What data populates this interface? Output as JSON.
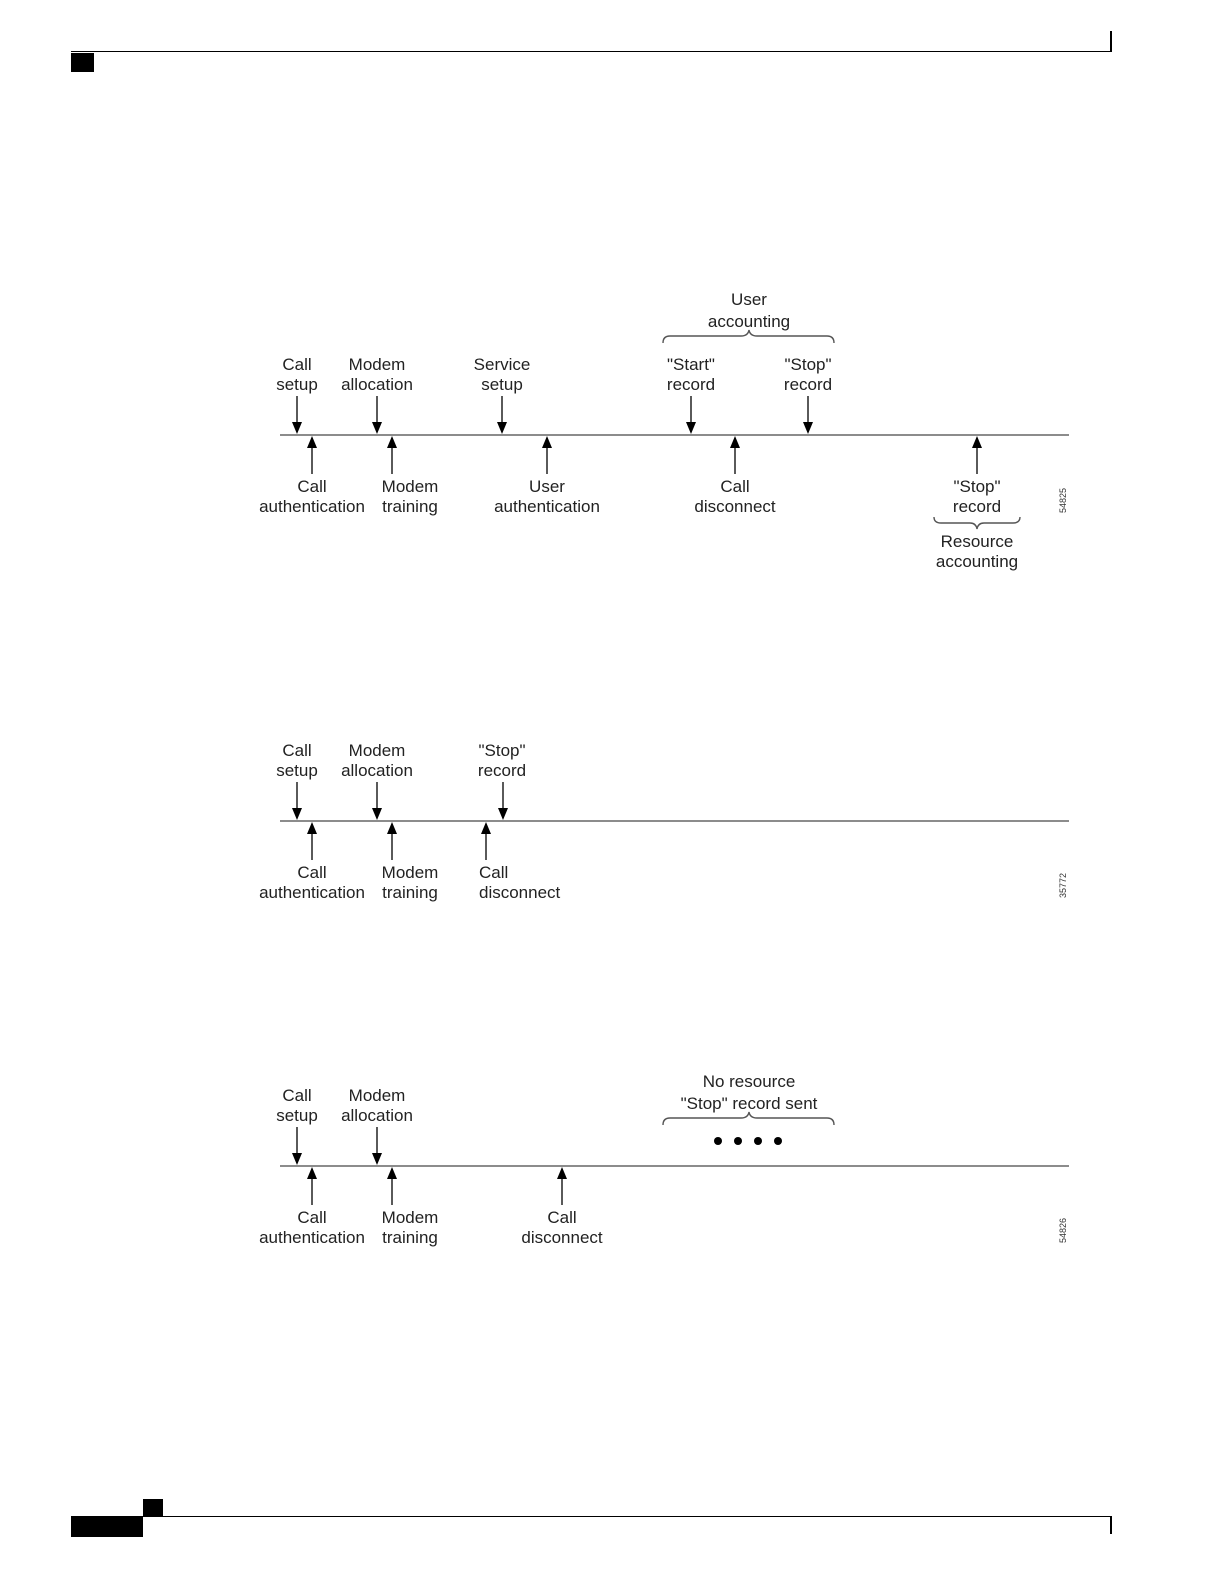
{
  "figures": [
    {
      "id": "fig1",
      "figure_id": "54825",
      "labels_above": [
        {
          "lines": [
            "Call",
            "setup"
          ]
        },
        {
          "lines": [
            "Modem",
            "allocation"
          ]
        },
        {
          "lines": [
            "Service",
            "setup"
          ]
        },
        {
          "lines": [
            "\"Start\"",
            "record"
          ]
        },
        {
          "lines": [
            "\"Stop\"",
            "record"
          ]
        }
      ],
      "labels_below": [
        {
          "lines": [
            "Call",
            "authentication"
          ]
        },
        {
          "lines": [
            "Modem",
            "training"
          ]
        },
        {
          "lines": [
            "User",
            "authentication"
          ]
        },
        {
          "lines": [
            "Call",
            "disconnect"
          ]
        },
        {
          "lines": [
            "\"Stop\"",
            "record"
          ]
        }
      ],
      "brace_top": {
        "lines": [
          "User",
          "accounting"
        ]
      },
      "brace_bottom": {
        "lines": [
          "Resource",
          "accounting"
        ]
      }
    },
    {
      "id": "fig2",
      "figure_id": "35772",
      "labels_above": [
        {
          "lines": [
            "Call",
            "setup"
          ]
        },
        {
          "lines": [
            "Modem",
            "allocation"
          ]
        },
        {
          "lines": [
            "\"Stop\"",
            "record"
          ]
        }
      ],
      "labels_below": [
        {
          "lines": [
            "Call",
            "authentication"
          ]
        },
        {
          "lines": [
            "Modem",
            "training"
          ]
        },
        {
          "lines": [
            "Call",
            "disconnect"
          ]
        }
      ]
    },
    {
      "id": "fig3",
      "figure_id": "54826",
      "labels_above": [
        {
          "lines": [
            "Call",
            "setup"
          ]
        },
        {
          "lines": [
            "Modem",
            "allocation"
          ]
        }
      ],
      "labels_below": [
        {
          "lines": [
            "Call",
            "authentication"
          ]
        },
        {
          "lines": [
            "Modem",
            "training"
          ]
        },
        {
          "lines": [
            "Call",
            "disconnect"
          ]
        }
      ],
      "brace_top": {
        "lines": [
          "No resource",
          "\"Stop\" record sent"
        ]
      },
      "dots_count": 4
    }
  ]
}
